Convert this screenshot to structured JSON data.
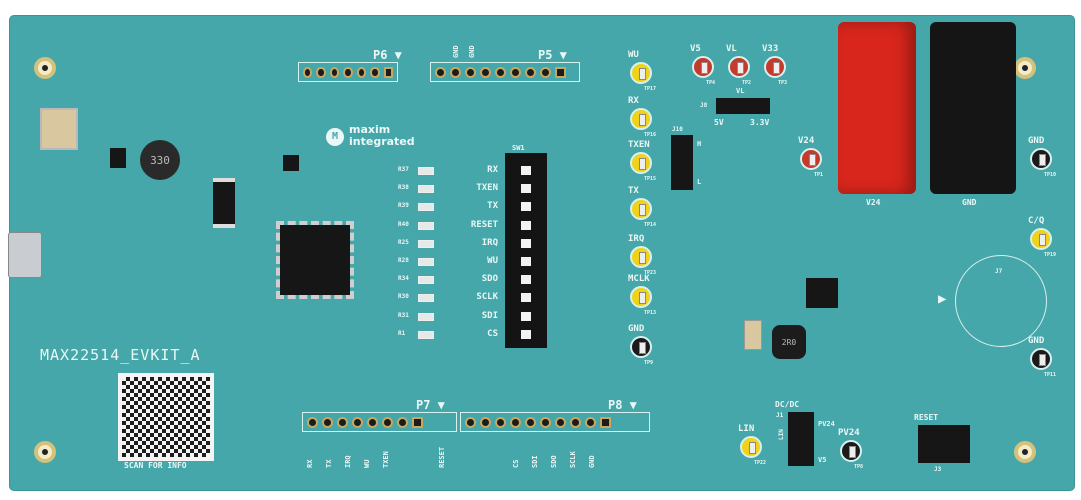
{
  "board": {
    "name": "MAX22514_EVKIT_A",
    "qr_caption": "SCAN FOR INFO",
    "logo": "maxim integrated",
    "colors": {
      "pcb": "#46a7aa",
      "silk": "#eaf7f6",
      "tp_yellow": "#f1d21a",
      "tp_red": "#c43a2c",
      "banana_red": "#d8261c",
      "banana_black": "#151515"
    }
  },
  "headers": {
    "p6": {
      "label": "P6",
      "pins": 7
    },
    "p5": {
      "label": "P5",
      "pins": 9,
      "pin_labels": [
        "GND",
        "GND"
      ]
    },
    "p7": {
      "label": "P7",
      "pins": 8,
      "pin_labels": [
        "RX",
        "TX",
        "IRQ",
        "WU",
        "TXEN",
        "RESET"
      ]
    },
    "p8": {
      "label": "P8",
      "pins": 10,
      "pin_labels": [
        "CS",
        "SDI",
        "SDO",
        "SCLK",
        "GND"
      ]
    }
  },
  "dip_switch": {
    "ref": "SW1",
    "rows": [
      "RX",
      "TXEN",
      "TX",
      "RESET",
      "IRQ",
      "WU",
      "SDO",
      "SCLK",
      "SDI",
      "CS"
    ],
    "resistors": [
      "R37",
      "R38",
      "R39",
      "R40",
      "R25",
      "R28",
      "R34",
      "R30",
      "R31",
      "R1"
    ]
  },
  "test_points": {
    "wu": {
      "label": "WU",
      "ref": "TP17"
    },
    "rx": {
      "label": "RX",
      "ref": "TP16"
    },
    "txen": {
      "label": "TXEN",
      "ref": "TP15"
    },
    "tx": {
      "label": "TX",
      "ref": "TP14"
    },
    "irq": {
      "label": "IRQ",
      "ref": "TP23"
    },
    "mclk": {
      "label": "MCLK",
      "ref": "TP13"
    },
    "gnd_mid": {
      "label": "GND",
      "ref": "TP9"
    },
    "v5": {
      "label": "V5",
      "ref": "TP4"
    },
    "vl": {
      "label": "VL",
      "ref": "TP2"
    },
    "v33": {
      "label": "V33",
      "ref": "TP3"
    },
    "v24": {
      "label": "V24",
      "ref": "TP1"
    },
    "gnd_r1": {
      "label": "GND",
      "ref": "TP10"
    },
    "cq": {
      "label": "C/Q",
      "ref": "TP19"
    },
    "gnd_r2": {
      "label": "GND",
      "ref": "TP11"
    },
    "lin": {
      "label": "LIN",
      "ref": "TP22"
    },
    "pv24": {
      "label": "PV24",
      "ref": "TP8"
    }
  },
  "jumpers": {
    "j8": {
      "ref": "J8",
      "left": "5V",
      "right": "3.3V",
      "top": "VL"
    },
    "j10": {
      "ref": "J10",
      "top": "H",
      "bottom": "L"
    },
    "j1": {
      "ref": "J1",
      "top": "DC/DC",
      "side": "LIN",
      "right_top": "PV24",
      "bottom": "V5"
    },
    "j3": {
      "ref": "J3",
      "label": "RESET"
    }
  },
  "banana": {
    "red": {
      "label": "V24"
    },
    "black": {
      "label": "GND"
    }
  },
  "inductor": {
    "marking": "330"
  },
  "l1": {
    "marking": "2R0"
  },
  "connector": {
    "ref": "J7"
  }
}
